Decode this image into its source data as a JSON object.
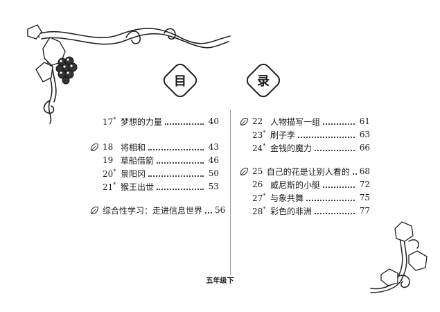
{
  "heading": {
    "char1": "目",
    "char2": "录"
  },
  "left_column": [
    {
      "num": "17",
      "star": true,
      "title": "梦想的力量",
      "page": "40"
    },
    {
      "num": "18",
      "star": false,
      "title": "将相和",
      "page": "43"
    },
    {
      "num": "19",
      "star": false,
      "title": "草船借箭",
      "page": "46"
    },
    {
      "num": "20",
      "star": true,
      "title": "景阳冈",
      "page": "50"
    },
    {
      "num": "21",
      "star": true,
      "title": "猴王出世",
      "page": "53"
    },
    {
      "num": "",
      "star": false,
      "title": "综合性学习：走进信息世界",
      "page": "56"
    }
  ],
  "right_column": [
    {
      "num": "22",
      "star": false,
      "title": "人物描写一组",
      "page": "61"
    },
    {
      "num": "23",
      "star": true,
      "title": "刷子李",
      "page": "63"
    },
    {
      "num": "24",
      "star": true,
      "title": "金钱的魔力",
      "page": "66"
    },
    {
      "num": "25",
      "star": false,
      "title": "自己的花是让别人看的",
      "page": "68"
    },
    {
      "num": "26",
      "star": false,
      "title": "威尼斯的小艇",
      "page": "72"
    },
    {
      "num": "27",
      "star": true,
      "title": "与象共舞",
      "page": "75"
    },
    {
      "num": "28",
      "star": true,
      "title": "彩色的非洲",
      "page": "77"
    }
  ],
  "footer": {
    "grade": "五年级下"
  },
  "icons": {
    "section_marker": "leaf-icon",
    "decoration": "grape-vine-icon"
  }
}
